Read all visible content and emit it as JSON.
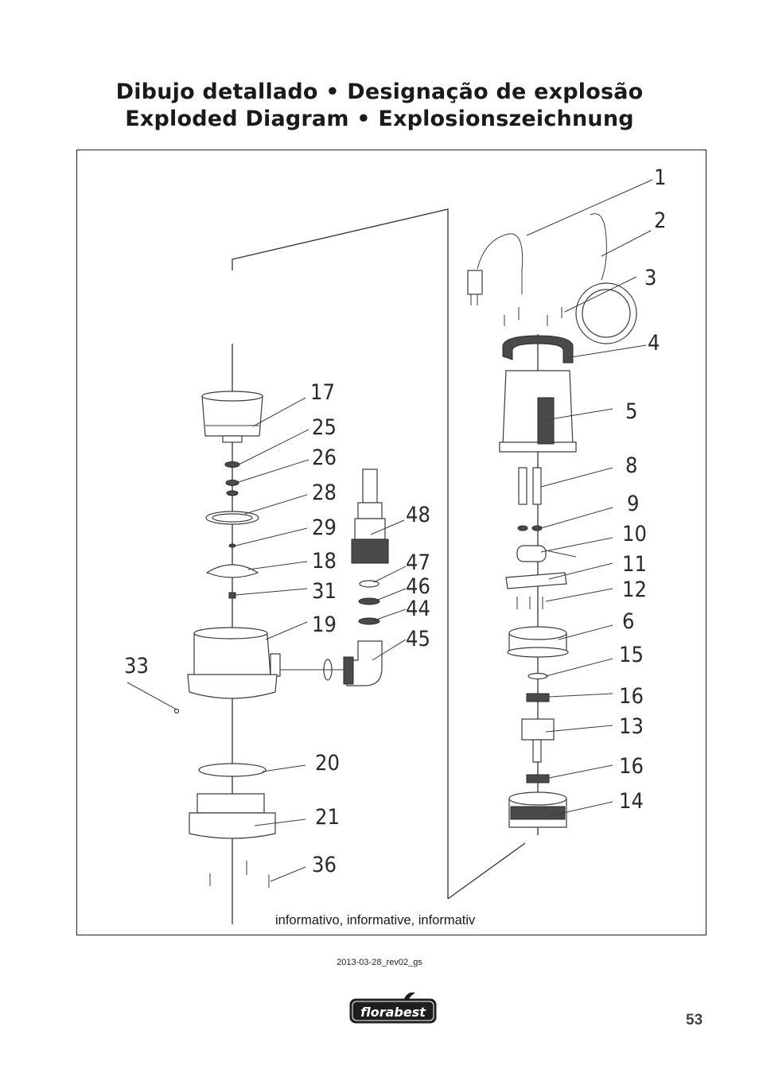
{
  "title_line1": "Dibujo detallado • Designação de explosão",
  "title_line2": "Exploded Diagram • Explosionszeichnung",
  "footnote": "informativo, informative, informativ",
  "revision": "2013-03-28_rev02_gs",
  "brand": "florabest",
  "page_number": "53",
  "callouts": {
    "p1": "1",
    "p2": "2",
    "p3": "3",
    "p4": "4",
    "p5": "5",
    "p8": "8",
    "p9": "9",
    "p10": "10",
    "p11": "11",
    "p12": "12",
    "p6": "6",
    "p15": "15",
    "p16a": "16",
    "p13": "13",
    "p16b": "16",
    "p14": "14",
    "p17": "17",
    "p25": "25",
    "p26": "26",
    "p28": "28",
    "p29": "29",
    "p18": "18",
    "p31": "31",
    "p19": "19",
    "p33": "33",
    "p20": "20",
    "p21": "21",
    "p36": "36",
    "p48": "48",
    "p47": "47",
    "p46": "46",
    "p44": "44",
    "p45": "45"
  }
}
